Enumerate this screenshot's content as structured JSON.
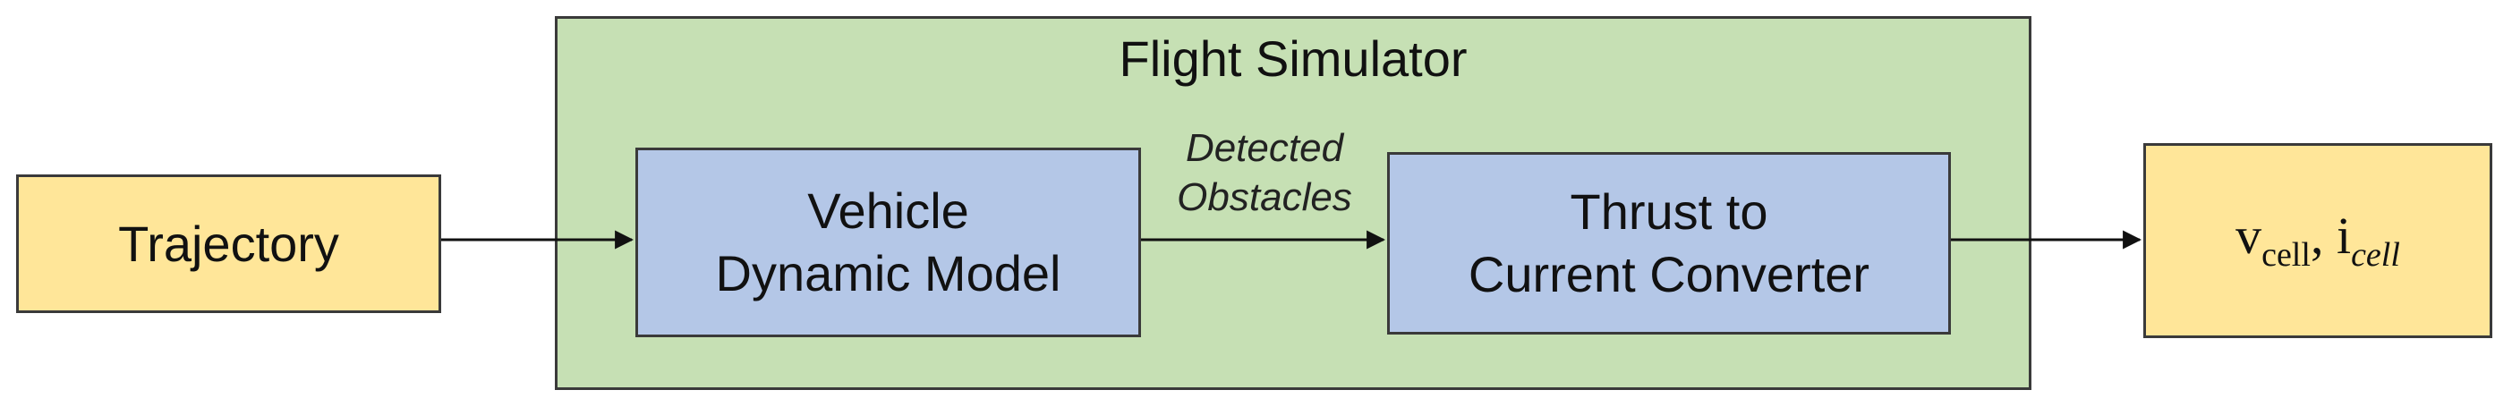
{
  "diagram": {
    "group": {
      "title": "Flight Simulator"
    },
    "nodes": {
      "trajectory": {
        "label": "Trajectory"
      },
      "vehicle": {
        "line1": "Vehicle",
        "line2": "Dynamic Model"
      },
      "thrust": {
        "line1": "Thrust to",
        "line2": "Current Converter"
      },
      "output": {
        "v": "v",
        "v_sub": "cell",
        "sep": ", ",
        "i": "i",
        "i_sub": "cell"
      }
    },
    "edges": {
      "vehicle_to_thrust": {
        "line1": "Detected",
        "line2": "Obstacles"
      }
    },
    "colors": {
      "io_fill": "#ffe699",
      "block_fill": "#b4c7e7",
      "group_fill": "#c6e0b4",
      "border": "#3a3a3a"
    }
  }
}
